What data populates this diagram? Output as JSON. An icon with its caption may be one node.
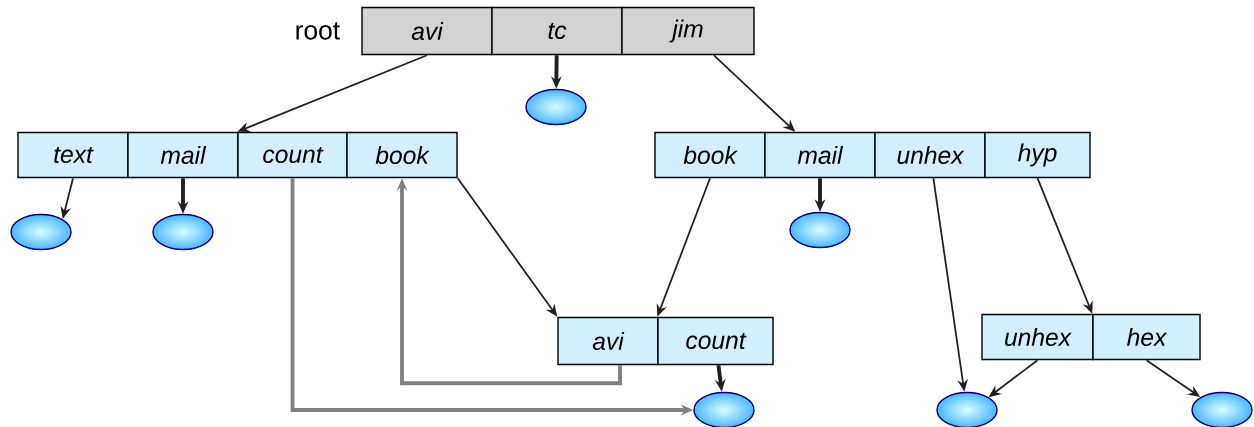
{
  "diagram": {
    "nodes": [
      {
        "text": [
          "avi"
        ],
        "beside": [
          "root"
        ]
      },
      {
        "text": [
          "tc"
        ]
      },
      {
        "text": [
          "jim"
        ]
      },
      {
        "text": [],
        "shape": "circle"
      },
      {
        "text": [
          "text"
        ]
      },
      {
        "text": [
          "mail"
        ]
      },
      {
        "text": [
          "count"
        ]
      },
      {
        "text": [
          "book"
        ]
      },
      {
        "text": [
          "book"
        ]
      },
      {
        "text": [
          "mail"
        ]
      },
      {
        "text": [
          "unhex"
        ]
      },
      {
        "text": [
          "hyp"
        ]
      },
      {
        "text": [],
        "shape": "circle"
      },
      {
        "text": [],
        "shape": "circle"
      },
      {
        "text": [],
        "shape": "circle"
      },
      {
        "text": [
          "avi"
        ]
      },
      {
        "text": [
          "count"
        ]
      },
      {
        "text": [
          "unhex"
        ]
      },
      {
        "text": [
          "hex"
        ]
      },
      {
        "text": [],
        "shape": "circle"
      },
      {
        "text": [],
        "shape": "circle"
      },
      {
        "text": [],
        "shape": "circle"
      }
    ],
    "edges": [
      {
        "from": 0,
        "to": 6,
        "arrow": "to"
      },
      {
        "from": 1,
        "to": 3,
        "arrow": "to",
        "style": "thick"
      },
      {
        "from": 2,
        "to": 9,
        "arrow": "to"
      },
      {
        "from": 4,
        "to": 12,
        "arrow": "to"
      },
      {
        "from": 5,
        "to": 13,
        "arrow": "to",
        "style": "thick"
      },
      {
        "from": 6,
        "to": 19,
        "arrow": "to",
        "style": "thick",
        "color": "#808080"
      },
      {
        "from": 7,
        "to": 15,
        "arrow": "to"
      },
      {
        "from": 15,
        "to": 7,
        "arrow": "to",
        "style": "thick",
        "color": "#808080"
      },
      {
        "from": 8,
        "to": 16,
        "arrow": "to"
      },
      {
        "from": 9,
        "to": 14,
        "arrow": "to",
        "style": "thick"
      },
      {
        "from": 10,
        "to": 20,
        "arrow": "to"
      },
      {
        "from": 11,
        "to": 18,
        "arrow": "to"
      },
      {
        "from": 16,
        "to": 19,
        "arrow": "to",
        "style": "thick"
      },
      {
        "from": 17,
        "to": 20,
        "arrow": "to"
      },
      {
        "from": 18,
        "to": 21,
        "arrow": "to"
      }
    ]
  }
}
